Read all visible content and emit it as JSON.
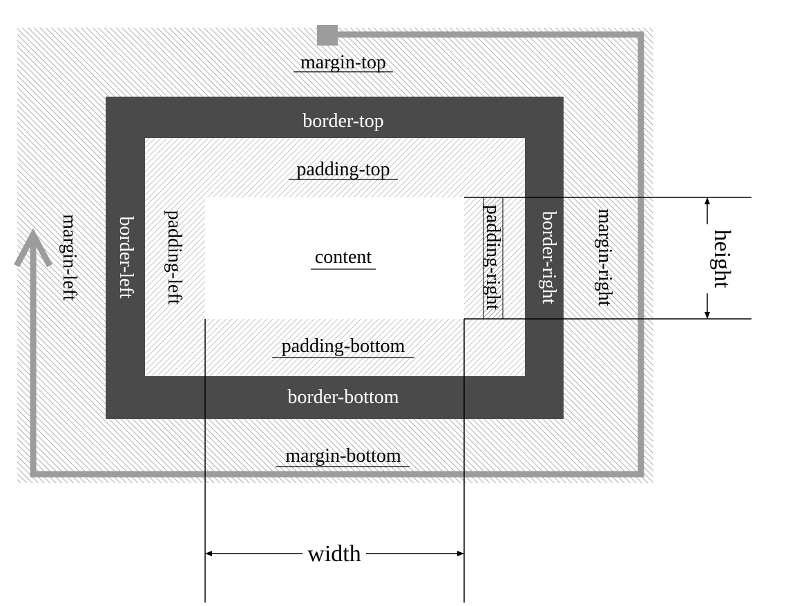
{
  "diagram": {
    "margin_top": "margin-top",
    "margin_bottom": "margin-bottom",
    "margin_left": "margin-left",
    "margin_right": "margin-right",
    "border_top": "border-top",
    "border_bottom": "border-bottom",
    "border_left": "border-left",
    "border_right": "border-right",
    "padding_top": "padding-top",
    "padding_bottom": "padding-bottom",
    "padding_left": "padding-left",
    "padding_right": "padding-right",
    "content": "content",
    "width": "width",
    "height": "height"
  },
  "colors": {
    "border": "#4a4a4a",
    "margin_hatch": "#9a9a9a",
    "padding_hatch": "#b5b5b5",
    "arrow_path": "#9c9c9c",
    "content": "#ffffff"
  }
}
